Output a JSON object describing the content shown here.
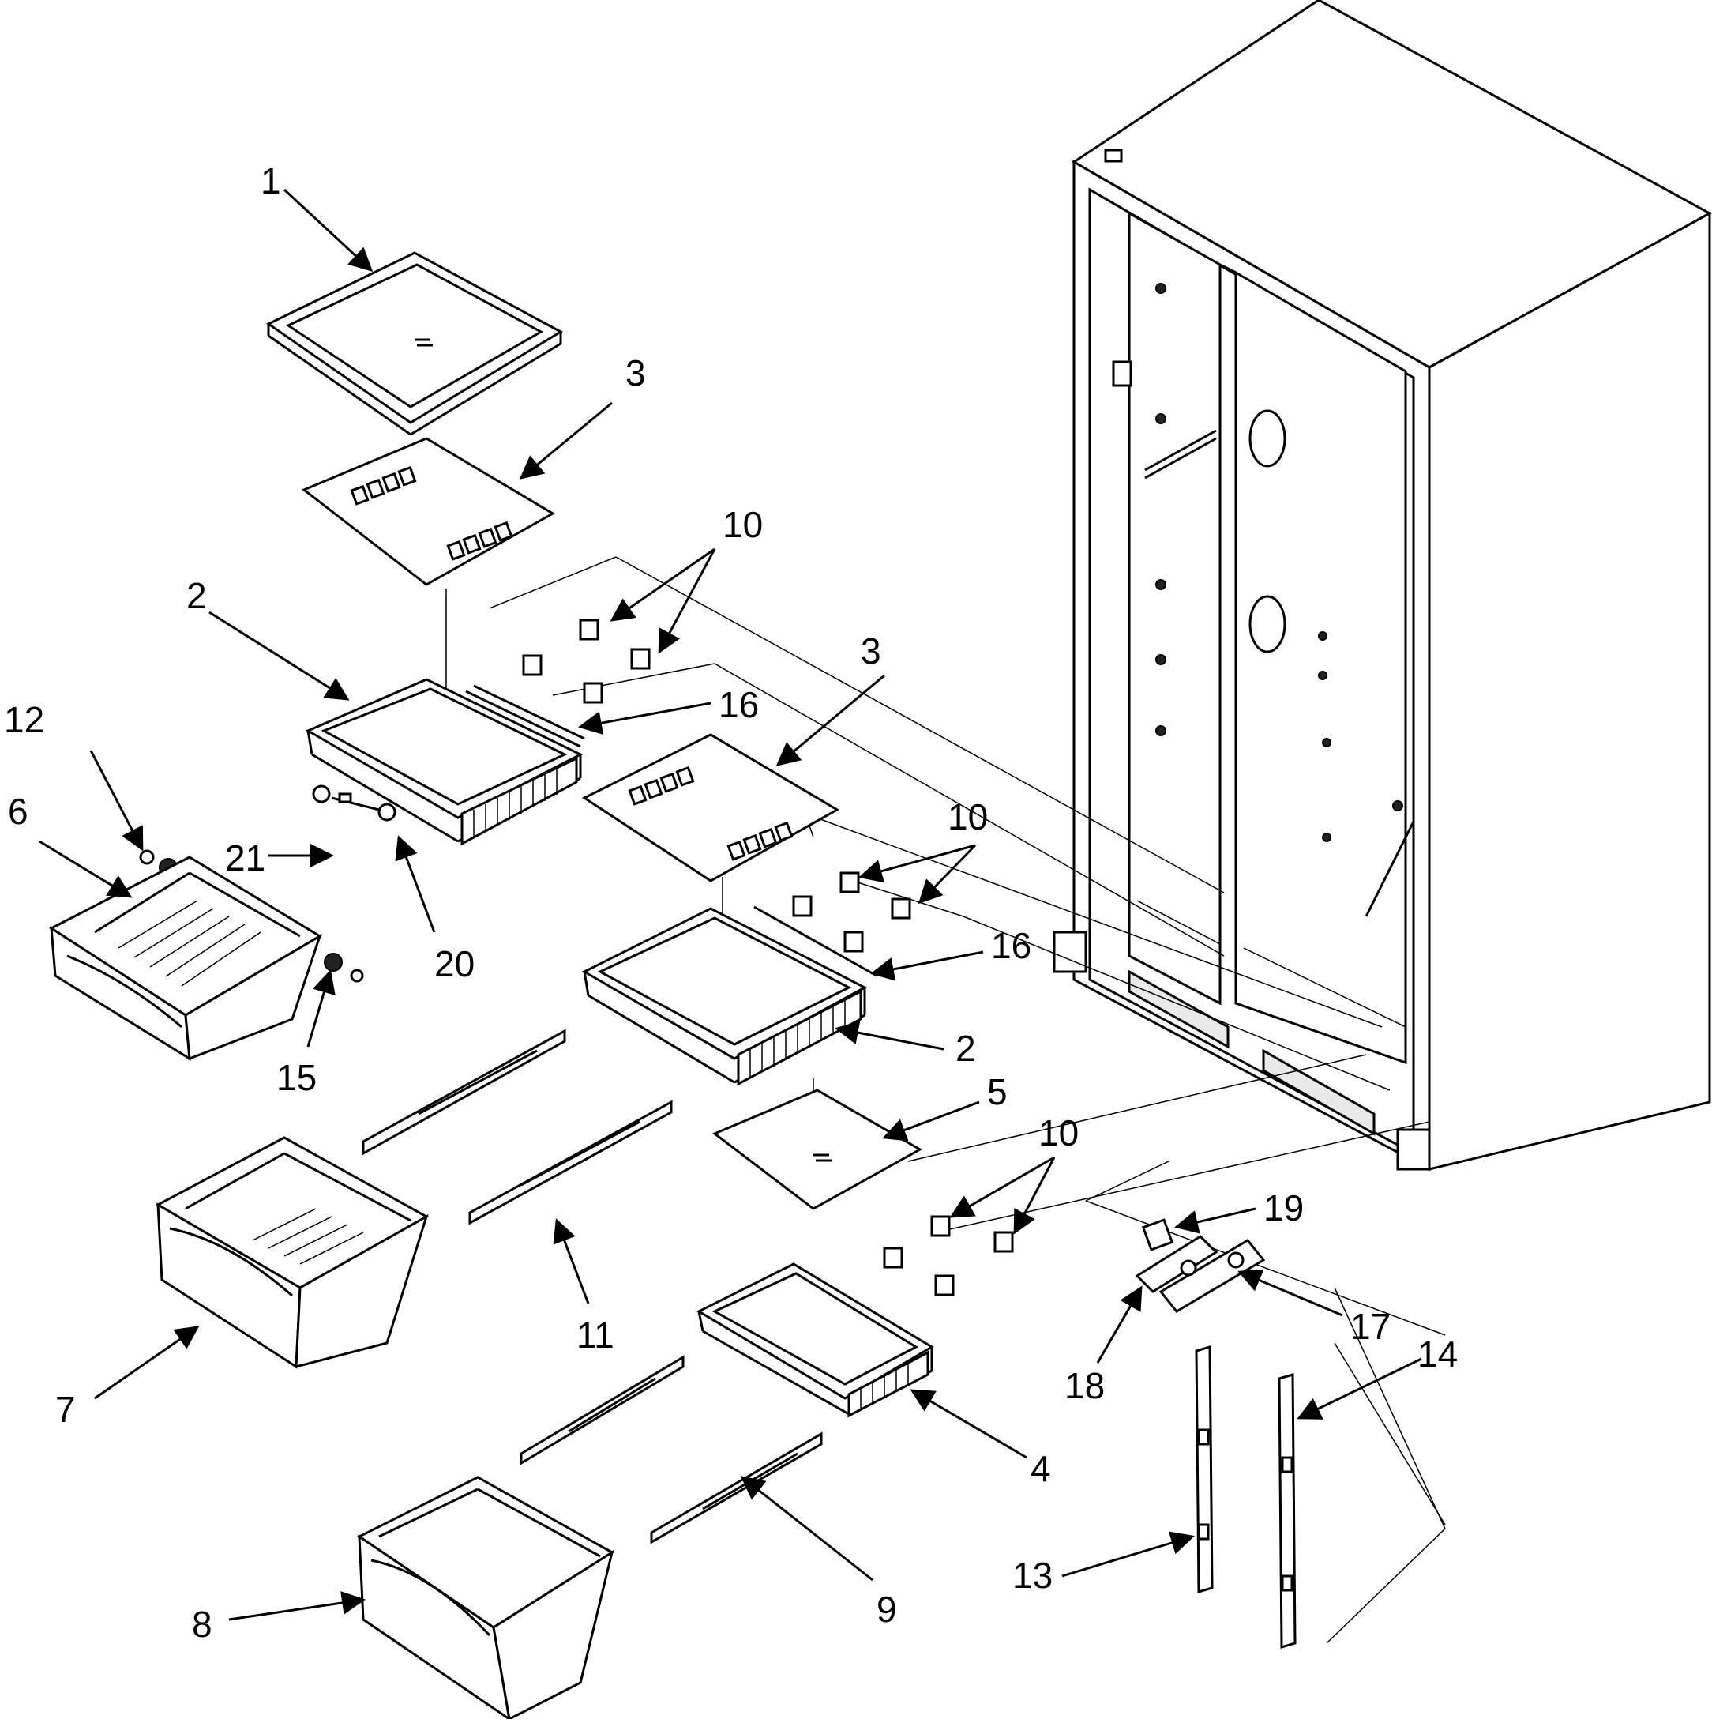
{
  "diagram": {
    "callouts": [
      {
        "id": "c1",
        "label": "1"
      },
      {
        "id": "c3a",
        "label": "3"
      },
      {
        "id": "c10a",
        "label": "10"
      },
      {
        "id": "c2a",
        "label": "2"
      },
      {
        "id": "c16a",
        "label": "16"
      },
      {
        "id": "c12",
        "label": "12"
      },
      {
        "id": "c6",
        "label": "6"
      },
      {
        "id": "c21",
        "label": "21"
      },
      {
        "id": "c20",
        "label": "20"
      },
      {
        "id": "c15",
        "label": "15"
      },
      {
        "id": "c3b",
        "label": "3"
      },
      {
        "id": "c10b",
        "label": "10"
      },
      {
        "id": "c16b",
        "label": "16"
      },
      {
        "id": "c2b",
        "label": "2"
      },
      {
        "id": "c5",
        "label": "5"
      },
      {
        "id": "c10c",
        "label": "10"
      },
      {
        "id": "c19",
        "label": "19"
      },
      {
        "id": "c17",
        "label": "17"
      },
      {
        "id": "c18",
        "label": "18"
      },
      {
        "id": "c11",
        "label": "11"
      },
      {
        "id": "c7",
        "label": "7"
      },
      {
        "id": "c4",
        "label": "4"
      },
      {
        "id": "c14",
        "label": "14"
      },
      {
        "id": "c13",
        "label": "13"
      },
      {
        "id": "c9",
        "label": "9"
      },
      {
        "id": "c8",
        "label": "8"
      }
    ]
  }
}
